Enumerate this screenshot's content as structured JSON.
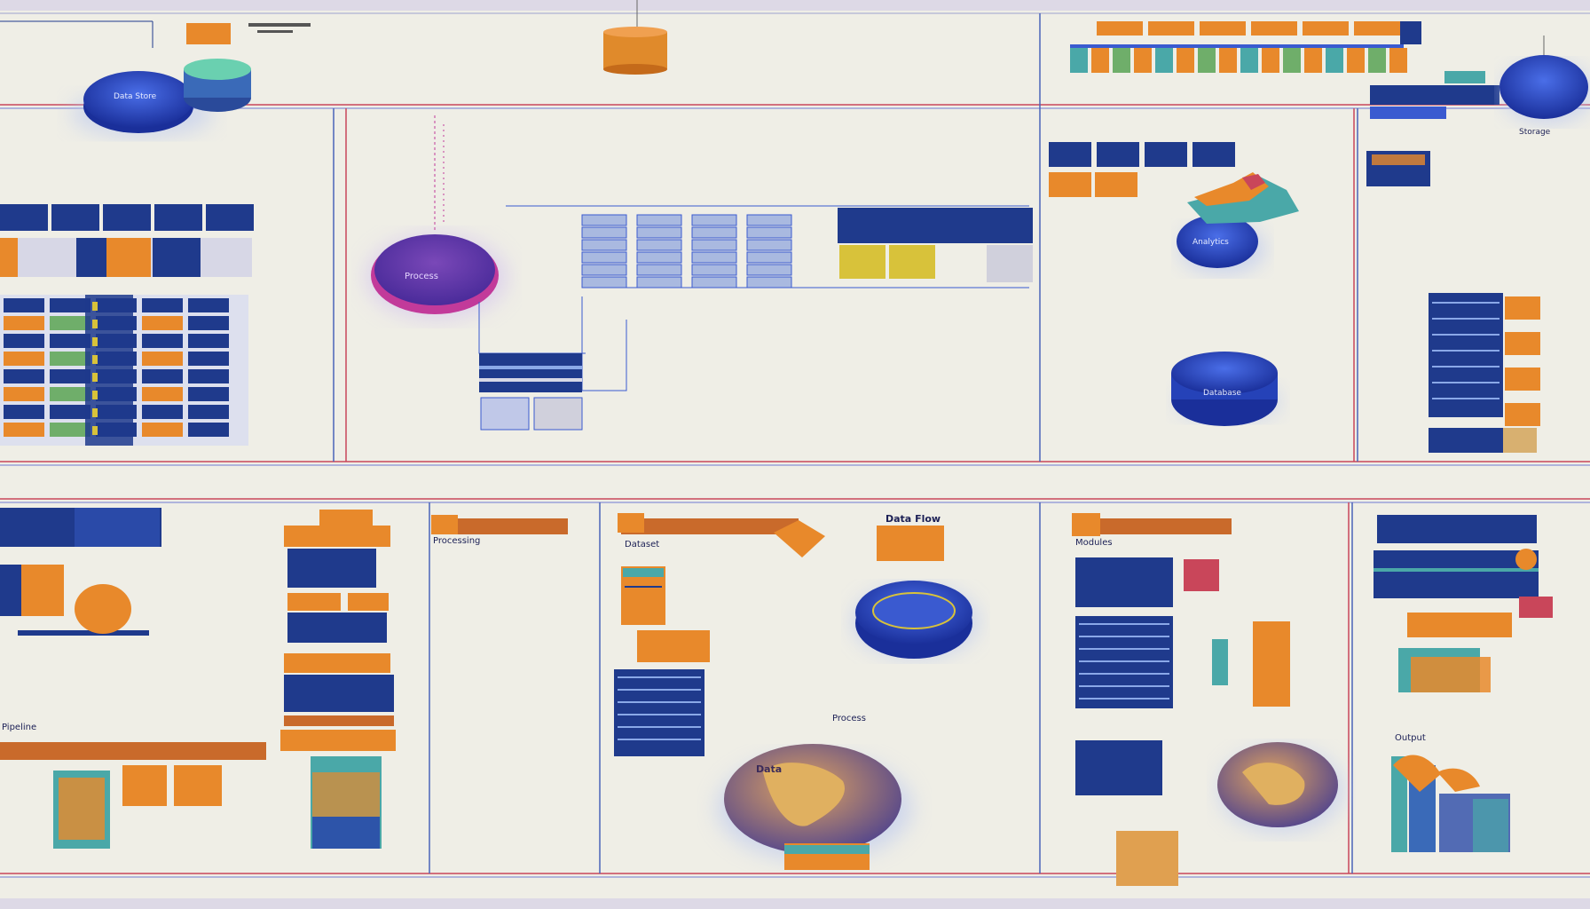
{
  "labels": {
    "node_top_left": "Data Store",
    "node_pink": "Process",
    "node_blue_center": "Database",
    "node_right": "Storage",
    "node_center_top_right": "Analytics",
    "label_bottom_header": "Processing",
    "label_bottom_mid": "Dataset",
    "label_bottom_mid2": "Data Flow",
    "label_bottom_right": "Modules",
    "label_bottom_left": "Pipeline",
    "label_globe": "Data",
    "label_boxtitle": "Process",
    "label_struct": "Output"
  },
  "colors": {
    "navy": "#1f3a8c",
    "orange": "#e8892b",
    "red_line": "#c9465a",
    "blue_line": "#3a5ad0",
    "gold": "#d8c23a",
    "teal": "#4aa8a8",
    "green": "#6fae6a"
  }
}
